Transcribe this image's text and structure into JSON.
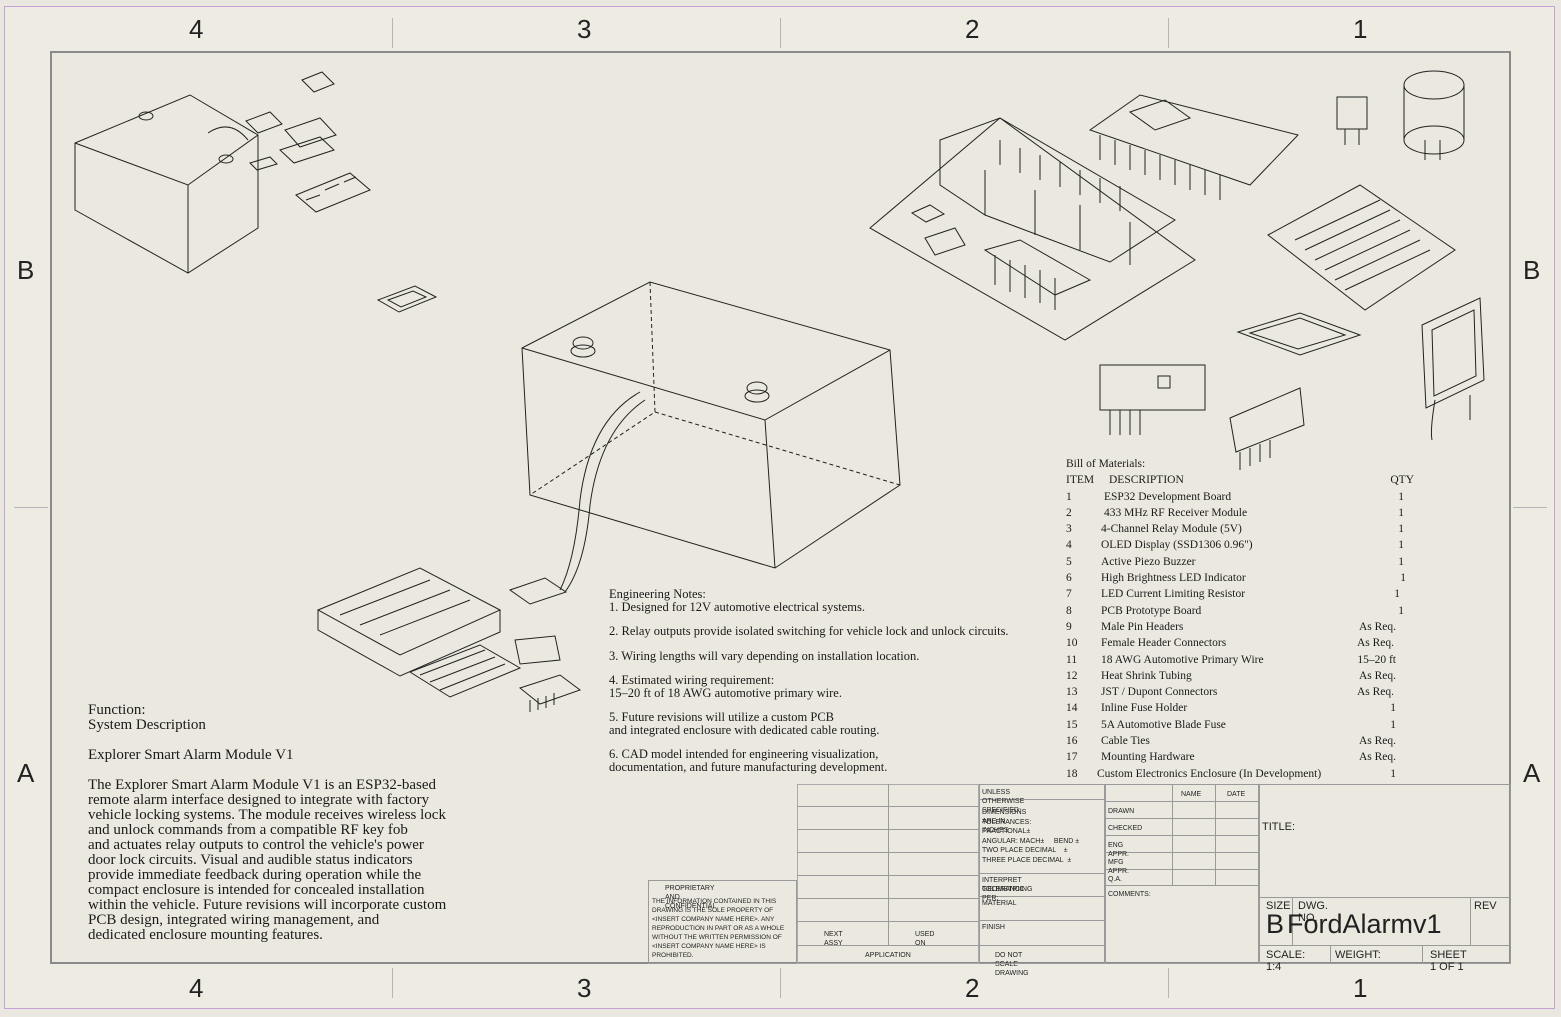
{
  "zones": {
    "columns": [
      "4",
      "3",
      "2",
      "1"
    ],
    "rows": [
      "B",
      "A"
    ]
  },
  "function_block": {
    "heading1": "Function:",
    "heading2": "System Description",
    "title": "Explorer Smart Alarm Module V1",
    "paragraph": "The Explorer Smart Alarm Module V1 is an ESP32-based\nremote alarm interface designed to integrate with factory\nvehicle locking systems. The module receives wireless lock\nand unlock commands from a compatible RF key fob\nand actuates relay outputs to control the vehicle's power\ndoor lock circuits. Visual and audible status indicators\nprovide immediate feedback during operation while the\ncompact enclosure is intended for concealed installation\n within the vehicle. Future revisions will incorporate custom\nPCB design, integrated wiring management, and\ndedicated enclosure mounting features."
  },
  "engineering_notes": {
    "heading": "Engineering Notes:",
    "notes": [
      "1. Designed for 12V automotive electrical systems.",
      "2. Relay outputs provide isolated switching for vehicle lock and unlock circuits.",
      "3. Wiring lengths will vary depending on installation location.",
      "4. Estimated wiring requirement:\n   15–20 ft of 18 AWG automotive primary wire.",
      "5. Future revisions will utilize a custom PCB\n   and integrated enclosure with dedicated cable routing.",
      "6. CAD model intended for engineering visualization,\n   documentation, and future manufacturing development."
    ]
  },
  "bom": {
    "heading": "Bill of Materials:",
    "col_item": "ITEM",
    "col_desc": "DESCRIPTION",
    "col_qty": "QTY",
    "rows": [
      [
        "1",
        "ESP32 Development Board",
        "1"
      ],
      [
        "2",
        "433 MHz RF Receiver Module",
        "1"
      ],
      [
        "3",
        "4-Channel Relay Module (5V)",
        "1"
      ],
      [
        "4",
        "OLED Display (SSD1306 0.96\")",
        "1"
      ],
      [
        "5",
        "Active Piezo Buzzer",
        "1"
      ],
      [
        "6",
        "High Brightness LED Indicator",
        "1"
      ],
      [
        "7",
        "LED Current Limiting Resistor",
        "1"
      ],
      [
        "8",
        "PCB Prototype Board",
        "1"
      ],
      [
        "9",
        "Male Pin Headers",
        "As Req."
      ],
      [
        "10",
        "Female Header Connectors",
        "As Req."
      ],
      [
        "11",
        "18 AWG Automotive Primary Wire",
        "15–20 ft"
      ],
      [
        "12",
        "Heat Shrink Tubing",
        "As Req."
      ],
      [
        "13",
        "JST / Dupont Connectors",
        "As Req."
      ],
      [
        "14",
        "Inline Fuse Holder",
        "1"
      ],
      [
        "15",
        "5A Automotive Blade Fuse",
        "1"
      ],
      [
        "16",
        "Cable Ties",
        "As Req."
      ],
      [
        "17",
        "Mounting Hardware",
        "As Req."
      ],
      [
        "18",
        "Custom Electronics Enclosure (In Development)",
        "1"
      ]
    ]
  },
  "title_block": {
    "proprietary_title": "PROPRIETARY AND CONFIDENTIAL",
    "proprietary_text": "THE INFORMATION CONTAINED IN THIS DRAWING IS THE SOLE PROPERTY OF <INSERT COMPANY NAME HERE>. ANY REPRODUCTION IN PART OR AS A WHOLE WITHOUT THE WRITTEN PERMISSION OF <INSERT COMPANY NAME HERE> IS PROHIBITED.",
    "next_assy": "NEXT ASSY",
    "used_on": "USED ON",
    "application": "APPLICATION",
    "do_not_scale": "DO NOT SCALE DRAWING",
    "unless": "UNLESS OTHERWISE SPECIFIED:",
    "dims": "DIMENSIONS ARE IN INCHES",
    "tolerances": "TOLERANCES:",
    "fractional": "FRACTIONAL±",
    "angular": "ANGULAR: MACH±     BEND ±",
    "two_place": "TWO PLACE DECIMAL    ±",
    "three_place": "THREE PLACE DECIMAL  ±",
    "interpret": "INTERPRET GEOMETRIC",
    "tolerancing": "TOLERANCING PER:",
    "material": "MATERIAL",
    "finish": "FINISH",
    "name": "NAME",
    "date": "DATE",
    "drawn": "DRAWN",
    "checked": "CHECKED",
    "eng_appr": "ENG APPR.",
    "mfg_appr": "MFG APPR.",
    "qa": "Q.A.",
    "comments": "COMMENTS:",
    "title_label": "TITLE:",
    "size_label": "SIZE",
    "dwg_no_label": "DWG.  NO.",
    "rev_label": "REV",
    "size_value": "B",
    "dwg_no_value": "FordAlarmv1",
    "scale": "SCALE: 1:4",
    "weight": "WEIGHT:",
    "sheet": "SHEET 1 OF 1"
  }
}
